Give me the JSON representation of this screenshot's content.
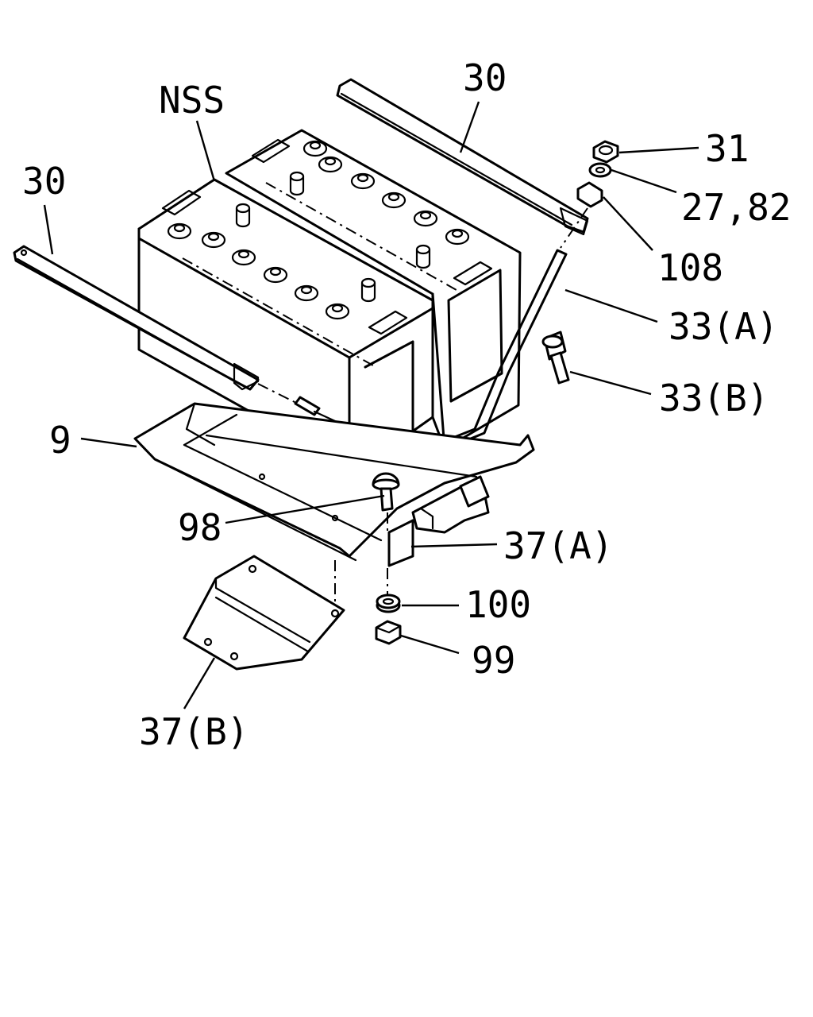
{
  "callouts": {
    "nss": "NSS",
    "strap_top": "30",
    "strap_left": "30",
    "nut_31": "31",
    "washer_27_82": "27,82",
    "part_108": "108",
    "rod_33a": "33(A)",
    "bolt_33b": "33(B)",
    "tray_9": "9",
    "bolt_98": "98",
    "bracket_37a": "37(A)",
    "washer_100": "100",
    "nut_99": "99",
    "plate_37b": "37(B)"
  }
}
